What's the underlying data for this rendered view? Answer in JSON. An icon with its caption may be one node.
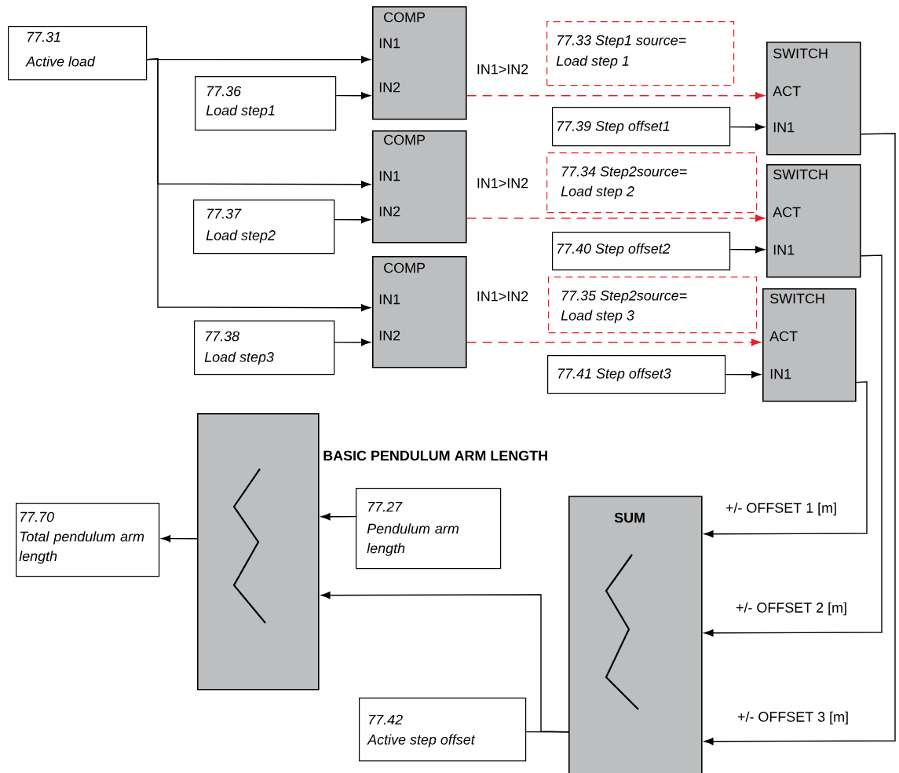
{
  "diagram": {
    "nodes": [
      {
        "text": [
          "77.31",
          "Active load"
        ]
      },
      {
        "text": [
          "77.36",
          "Load step1"
        ]
      },
      {
        "text": [
          "COMP",
          "IN1",
          "IN2"
        ]
      },
      {
        "text": [
          "77.37",
          "Load step2"
        ]
      },
      {
        "text": [
          "COMP",
          "IN1",
          "IN2"
        ]
      },
      {
        "text": [
          "77.38",
          "Load step3"
        ]
      },
      {
        "text": [
          "COMP",
          "IN1",
          "IN2"
        ]
      },
      {
        "text": [
          "77.33 Step1 source=",
          "Load step 1"
        ]
      },
      {
        "text": [
          "77.39 Step offset1"
        ]
      },
      {
        "text": [
          "SWITCH",
          "ACT",
          "IN1"
        ]
      },
      {
        "text": [
          "77.34 Step2source=",
          "Load step 2"
        ]
      },
      {
        "text": [
          "77.40 Step offset2"
        ]
      },
      {
        "text": [
          "SWITCH",
          "ACT",
          "IN1"
        ]
      },
      {
        "text": [
          "77.35 Step2source=",
          "Load step 3"
        ]
      },
      {
        "text": [
          "77.41 Step offset3"
        ]
      },
      {
        "text": [
          "SWITCH",
          "ACT",
          "IN1"
        ]
      },
      {
        "text": [
          "BASIC PENDULUM ARM LENGTH"
        ]
      },
      {
        "text": [
          "77.70",
          "Total pendulum arm length"
        ]
      },
      {
        "text": [
          "77.27",
          "Pendulum arm length"
        ]
      },
      {
        "text": [
          "SUM"
        ]
      },
      {
        "text": [
          "77.42",
          "Active step offset"
        ]
      }
    ],
    "edges": [
      {
        "from": 0,
        "to": 2,
        "arrow": "to"
      },
      {
        "from": 0,
        "to": 4,
        "arrow": "to"
      },
      {
        "from": 0,
        "to": 6,
        "arrow": "to"
      },
      {
        "from": 1,
        "to": 2,
        "arrow": "to"
      },
      {
        "from": 3,
        "to": 4,
        "arrow": "to"
      },
      {
        "from": 5,
        "to": 6,
        "arrow": "to"
      },
      {
        "from": 2,
        "to": 9,
        "arrow": "to",
        "label": "IN1>IN2",
        "style": "dashed",
        "color": "#ed1c24"
      },
      {
        "from": 4,
        "to": 12,
        "arrow": "to",
        "label": "IN1>IN2",
        "style": "dashed",
        "color": "#ed1c24"
      },
      {
        "from": 6,
        "to": 15,
        "arrow": "to",
        "label": "IN1>IN2",
        "style": "dashed",
        "color": "#ed1c24"
      },
      {
        "from": 8,
        "to": 9,
        "arrow": "to"
      },
      {
        "from": 11,
        "to": 12,
        "arrow": "to"
      },
      {
        "from": 14,
        "to": 15,
        "arrow": "to"
      },
      {
        "from": 9,
        "to": 19,
        "arrow": "to",
        "label": "+/- OFFSET 3 [m]"
      },
      {
        "from": 12,
        "to": 19,
        "arrow": "to",
        "label": "+/- OFFSET 2 [m]"
      },
      {
        "from": 15,
        "to": 19,
        "arrow": "to",
        "label": "+/- OFFSET 1 [m]"
      },
      {
        "from": 18,
        "to": 16,
        "arrow": "to"
      },
      {
        "from": 16,
        "to": 17,
        "arrow": "to"
      },
      {
        "from": 19,
        "to": 16,
        "arrow": "to"
      },
      {
        "from": 19,
        "to": 20,
        "arrow": "none"
      }
    ]
  }
}
